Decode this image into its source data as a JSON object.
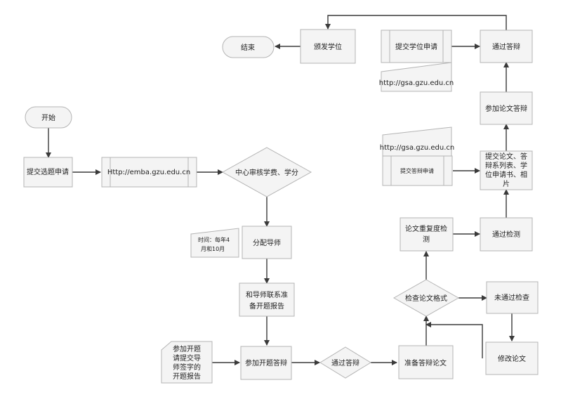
{
  "nodes": {
    "start": "开始",
    "submit_topic": "提交选题申请",
    "emba_url": "Http://emba.gzu.edu.cn",
    "center_review": "中心审核学费、学分",
    "time_note": [
      "时间：每年4",
      "月和10月"
    ],
    "assign_advisor": "分配导师",
    "contact_advisor": [
      "和导师联系准",
      "备开题报告"
    ],
    "defense_note": [
      "参加开题",
      "请提交导",
      "师签字的",
      "开题报告"
    ],
    "proposal_defense": "参加开题答辩",
    "pass_defense_1": "通过答辩",
    "prepare_thesis": "准备答辩论文",
    "check_format": "检查论文格式",
    "fail_check": "未通过检查",
    "revise_thesis": "修改论文",
    "plagiarism_check": [
      "论文重复度检",
      "测"
    ],
    "pass_check": "通过检测",
    "submit_docs": [
      "提交论文、答",
      "辩系列表、学",
      "位申请书、相",
      "片"
    ],
    "gsa_url_1": "http://gsa.gzu.edu.cn",
    "submit_defense_app": "提交答辩申请",
    "thesis_defense": "参加论文答辩",
    "pass_defense_2": "通过答辩",
    "submit_degree_app": "提交学位申请",
    "gsa_url_2": "http://gsa.gzu.edu.cn",
    "award_degree": "颁发学位",
    "end": "结束"
  }
}
